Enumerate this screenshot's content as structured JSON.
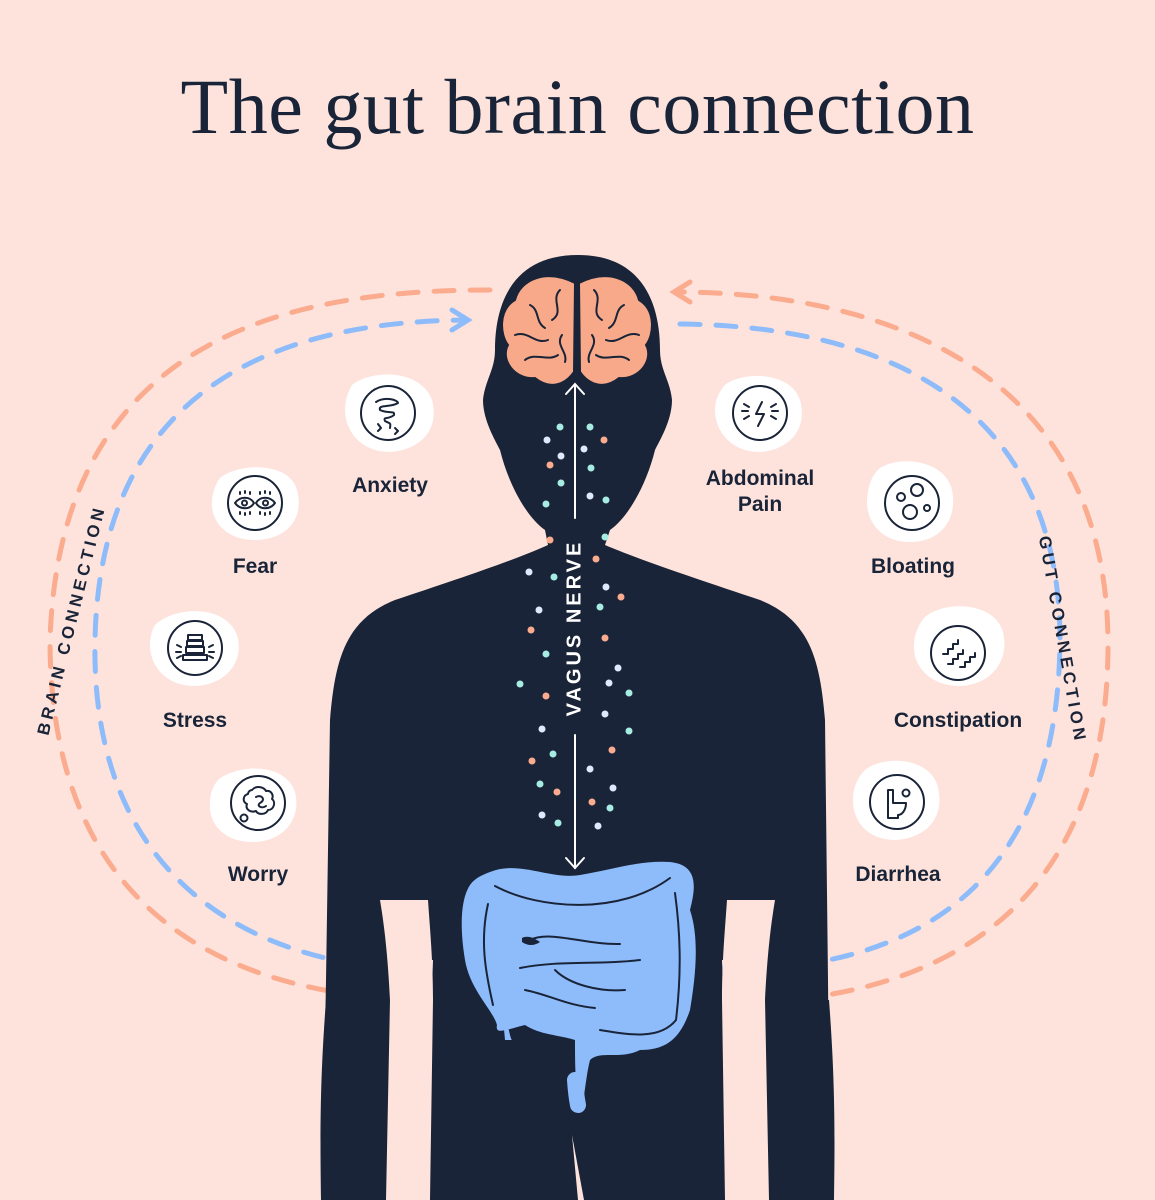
{
  "title": "The gut brain connection",
  "side_labels": {
    "left": "BRAIN CONNECTION",
    "right": "GUT CONNECTION"
  },
  "center_label": "VAGUS NERVE",
  "brain_symptoms": [
    {
      "label": "Anxiety",
      "icon": "tornado-icon"
    },
    {
      "label": "Fear",
      "icon": "eyes-icon"
    },
    {
      "label": "Stress",
      "icon": "stacked-stones-icon"
    },
    {
      "label": "Worry",
      "icon": "thought-bubble-icon"
    }
  ],
  "gut_symptoms": [
    {
      "label": "Abdominal Pain",
      "icon": "lightning-pain-icon"
    },
    {
      "label": "Bloating",
      "icon": "bubbles-icon"
    },
    {
      "label": "Constipation",
      "icon": "zigzag-stairs-icon"
    },
    {
      "label": "Diarrhea",
      "icon": "toilet-icon"
    }
  ],
  "colors": {
    "background": "#fde3dc",
    "silhouette": "#1a2438",
    "brain": "#f7a98a",
    "intestine": "#8ebcfb",
    "salmon_arrow": "#fbab8e",
    "blue_arrow": "#8ebcfb",
    "teal_dot": "#a7ece3",
    "lavender_dot": "#e0e8ff"
  }
}
